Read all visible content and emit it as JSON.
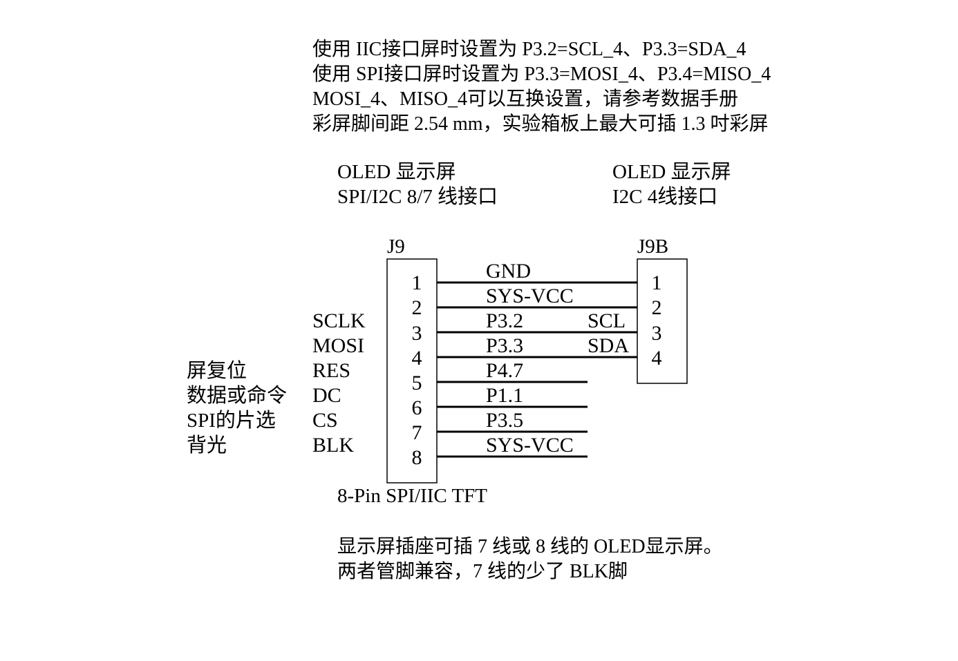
{
  "notes_top": [
    "使用 IIC接口屏时设置为 P3.2=SCL_4、P3.3=SDA_4",
    "使用 SPI接口屏时设置为 P3.3=MOSI_4、P3.4=MISO_4",
    "MOSI_4、MISO_4可以互换设置，请参考数据手册",
    "彩屏脚间距 2.54 mm，实验箱板上最大可插 1.3 吋彩屏"
  ],
  "left_connector": {
    "title_lines": [
      "OLED 显示屏",
      "SPI/I2C 8/7 线接口"
    ],
    "ref": "J9",
    "caption": "8-Pin SPI/IIC TFT",
    "pins": [
      "1",
      "2",
      "3",
      "4",
      "5",
      "6",
      "7",
      "8"
    ]
  },
  "right_connector": {
    "title_lines": [
      "OLED 显示屏",
      "I2C 4线接口"
    ],
    "ref": "J9B",
    "pins": [
      "1",
      "2",
      "3",
      "4"
    ]
  },
  "nets": [
    "GND",
    "SYS-VCC",
    "P3.2",
    "P3.3",
    "P4.7",
    "P1.1",
    "P3.5",
    "SYS-VCC"
  ],
  "i2c_labels": [
    "SCL",
    "SDA"
  ],
  "signal_names": [
    "SCLK",
    "MOSI",
    "RES",
    "DC",
    "CS",
    "BLK"
  ],
  "signal_descriptions": [
    "屏复位",
    "数据或命令",
    "SPI的片选",
    "背光"
  ],
  "notes_bottom": [
    "显示屏插座可插 7 线或 8 线的 OLED显示屏。",
    "两者管脚兼容，7 线的少了 BLK脚"
  ],
  "colors": {
    "ink": "#000000",
    "background": "#ffffff"
  }
}
